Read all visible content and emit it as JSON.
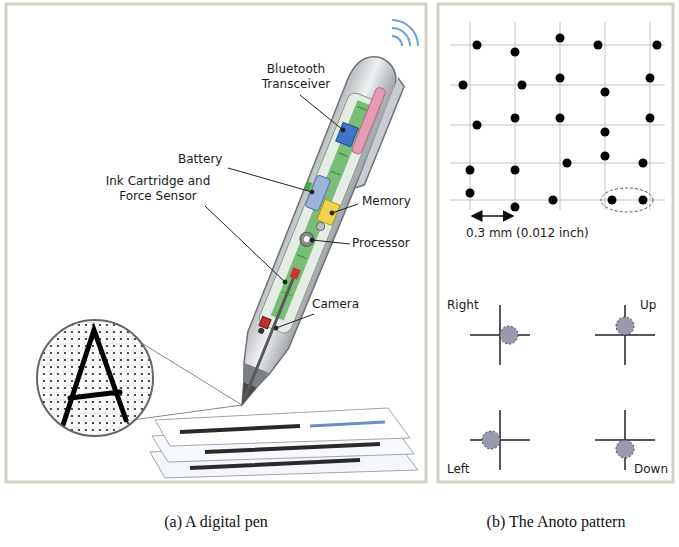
{
  "diagram": {
    "labels": [
      "Bluetooth Transceiver",
      "Battery",
      "Ink Cartridge and Force Sensor",
      "Memory",
      "Processor",
      "Camera",
      "0.3 mm (0.012 inch)",
      "Right",
      "Up",
      "Left",
      "Down",
      "(a) A digital pen",
      "(b) The Anoto pattern"
    ]
  }
}
